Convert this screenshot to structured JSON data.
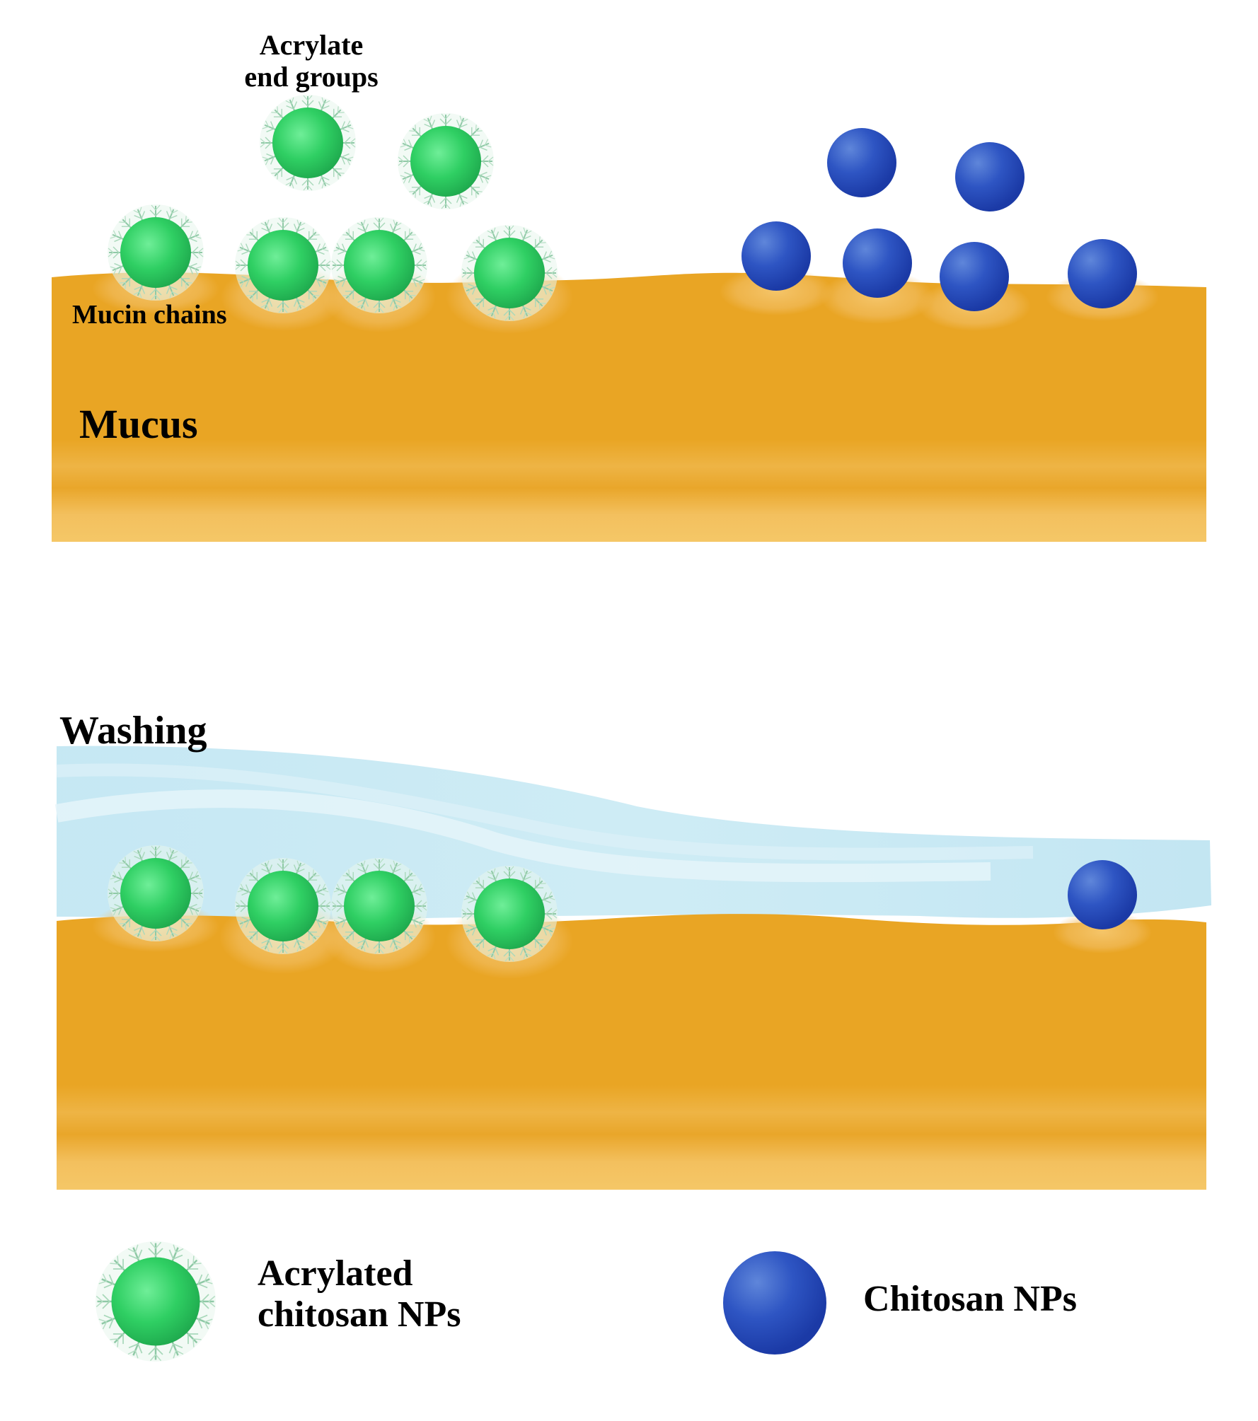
{
  "colors": {
    "mucus": "#E9A524",
    "mucus_light": "#F4C464",
    "nanoparticle_green": "#2FCF63",
    "nanoparticle_blue": "#2447B8",
    "water": "#A9DDEE",
    "text": "#000000"
  },
  "labels": {
    "acrylate_line1": "Acrylate",
    "acrylate_line2": "end groups",
    "mucin_chains": "Mucin chains",
    "mucus": "Mucus",
    "washing": "Washing"
  },
  "legend": {
    "acrylated_line1": "Acrylated",
    "acrylated_line2": "chitosan NPs",
    "chitosan": "Chitosan NPs"
  },
  "particles": {
    "top_panel": {
      "acrylated": 6,
      "chitosan": 6
    },
    "after_washing": {
      "acrylated": 4,
      "chitosan": 1
    }
  }
}
